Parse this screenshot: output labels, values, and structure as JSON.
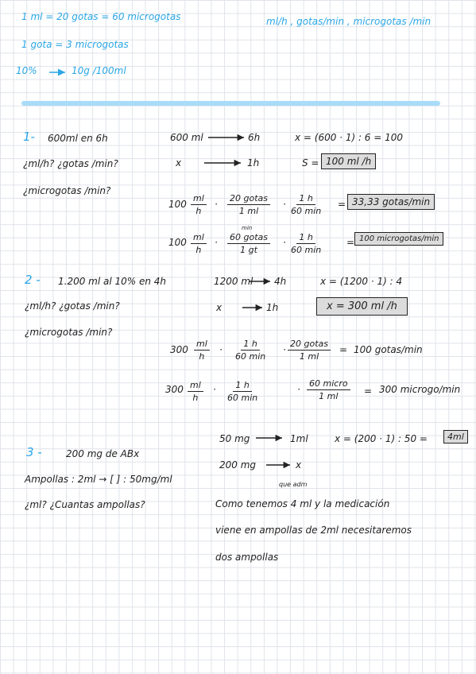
{
  "header": {
    "eq1": "1 ml = 20 gotas = 60 microgotas",
    "eq2": "1 gota = 3 microgotas",
    "eq3_left": "10%",
    "eq3_right": "10g /100ml",
    "units": "ml/h , gotas/min , microgotas /min"
  },
  "p1": {
    "number": "1-",
    "statement": "600ml en 6h",
    "q1": "¿ml/h? ¿gotas /min?",
    "q2": "¿microgotas /min?",
    "rule_a_left": "600 ml",
    "rule_a_right": "6h",
    "rule_b_left": "x",
    "rule_b_right": "1h",
    "calc": "x = (600 · 1) : 6 = 100",
    "s_label": "S =",
    "s_result": "100 ml /h",
    "r1_lead": "100",
    "r1_f1_num": "ml",
    "r1_f1_den": "h",
    "r1_f2_num": "20 gotas",
    "r1_f2_den": "1 ml",
    "r1_f3_num": "1 h",
    "r1_f3_den": "60 min",
    "r1_eq": "=",
    "r1_result": "33,33 gotas/min",
    "r2_lead": "100",
    "r2_f1_num": "ml",
    "r2_f1_den": "h",
    "r2_f2_sup": "min",
    "r2_f2_num": "60 gotas",
    "r2_f2_den": "1 gt",
    "r2_f3_num": "1 h",
    "r2_f3_den": "60 min",
    "r2_eq": "=",
    "r2_result": "100 microgotas/min",
    "dot": "·"
  },
  "p2": {
    "number": "2 -",
    "statement": "1.200 ml al 10% en 4h",
    "q1": "¿ml/h? ¿gotas /min?",
    "q2": "¿microgotas /min?",
    "rule_a_left": "1200 ml",
    "rule_a_right": "4h",
    "rule_b_left": "x",
    "rule_b_right": "1h",
    "calc": "x = (1200 · 1) : 4",
    "result": "x = 300 ml /h",
    "r1_lead": "300",
    "r1_f1_num": "ml",
    "r1_f1_den": "h",
    "r1_f2_num": "1 h",
    "r1_f2_den": "60 min",
    "r1_f3_num": "20 gotas",
    "r1_f3_den": "1 ml",
    "r1_eq": "=",
    "r1_result": "100 gotas/min",
    "r2_lead": "300",
    "r2_f1_num": "ml",
    "r2_f1_den": "h",
    "r2_f2_num": "1 h",
    "r2_f2_den": "60 min",
    "r2_f3_num": "60 micro",
    "r2_f3_den": "1 ml",
    "r2_eq": "=",
    "r2_result": "300 microgo/min",
    "dot": "·"
  },
  "p3": {
    "number": "3 -",
    "statement": "200 mg de ABx",
    "line2": "Ampollas : 2ml → [ ] : 50mg/ml",
    "q": "¿ml? ¿Cuantas ampollas?",
    "rule_a_left": "50 mg",
    "rule_a_right": "1ml",
    "rule_b_left": "200 mg",
    "rule_b_right": "x",
    "calc": "x = (200 · 1) : 50 =",
    "result": "4ml",
    "note": "que adm",
    "text1": "Como tenemos 4 ml y la medicación",
    "text2": "viene en ampollas de 2ml necesitaremos",
    "text3": "dos ampollas"
  }
}
